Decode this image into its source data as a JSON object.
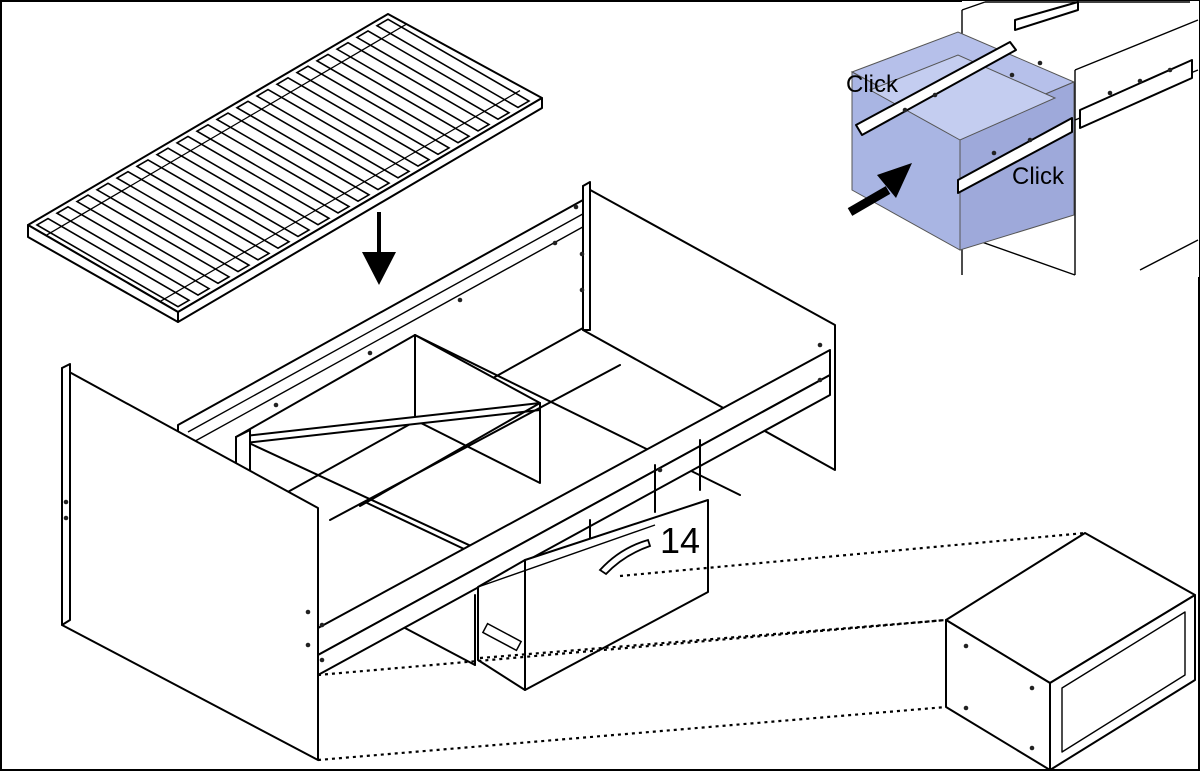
{
  "diagram": {
    "step_number": "14",
    "inset_labels": {
      "click_left": "Click",
      "click_right": "Click"
    },
    "colors": {
      "line": "#000000",
      "background": "#ffffff",
      "drawer_highlight": "#a9b5e3"
    }
  }
}
